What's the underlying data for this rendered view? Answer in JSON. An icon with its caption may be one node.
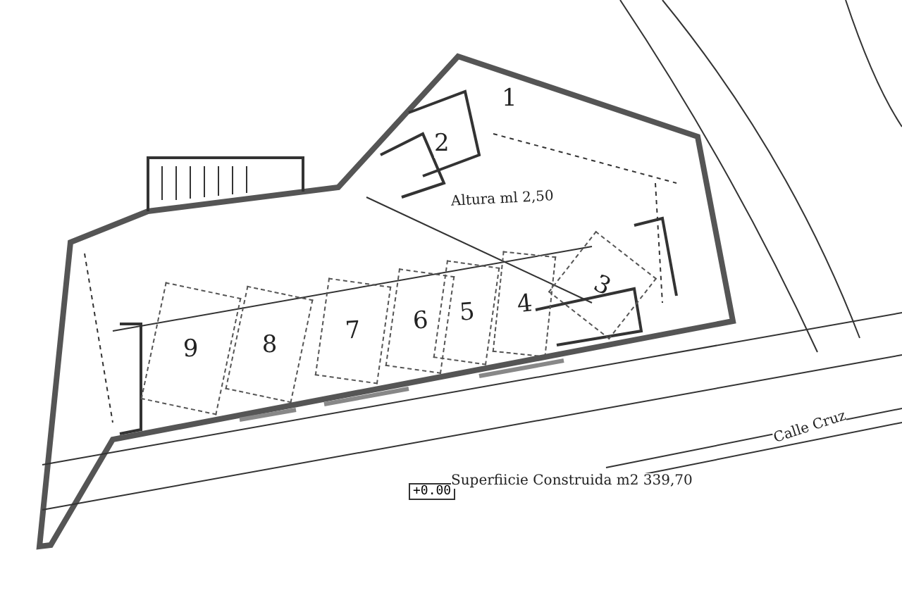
{
  "diagram": {
    "nodes": [
      {
        "text": [
          "9"
        ]
      },
      {
        "text": [
          "8"
        ]
      },
      {
        "text": [
          "7"
        ]
      },
      {
        "text": [
          "6"
        ]
      },
      {
        "text": [
          "5"
        ]
      },
      {
        "text": [
          "4"
        ]
      },
      {
        "text": [
          "3"
        ]
      },
      {
        "text": [
          "+0.00"
        ]
      }
    ],
    "edges": [],
    "labels": [
      "1",
      "2",
      "Altura ml 2,50",
      "Calle Cruz",
      "Superfiicie Construida m2 339,70"
    ]
  }
}
